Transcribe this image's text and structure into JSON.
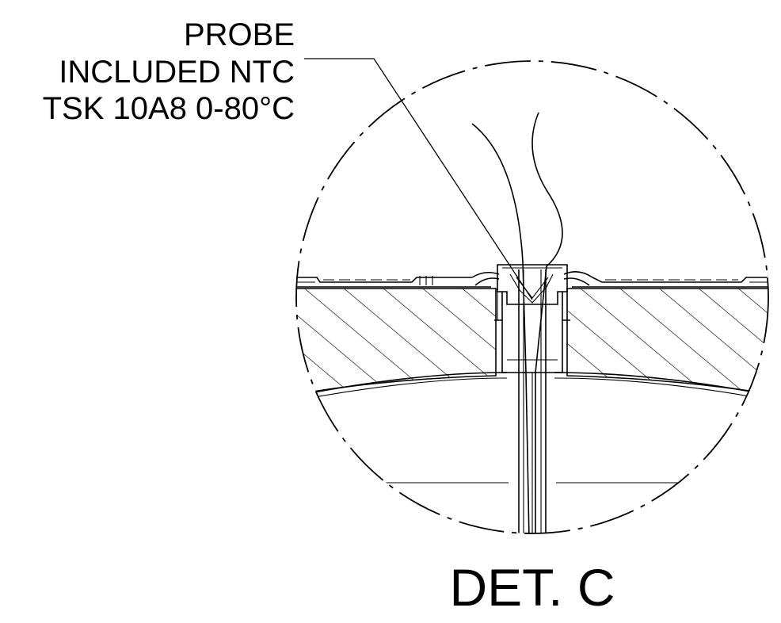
{
  "callout": {
    "line1": "PROBE",
    "line2": "INCLUDED NTC",
    "line3": "TSK 10A8 0-80°C"
  },
  "detail_title": "DET. C",
  "colors": {
    "ink": "#000000",
    "paper": "#ffffff"
  }
}
